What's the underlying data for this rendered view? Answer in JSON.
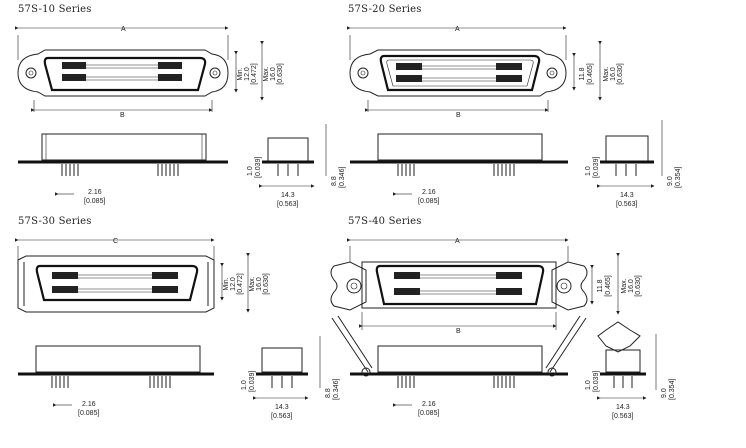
{
  "series": [
    {
      "title": "57S-10 Series",
      "dim_top": "A",
      "dim_bottom": "B",
      "v1": [
        "Min.",
        "12.0",
        "[0.472]"
      ],
      "v2": [
        "Max.",
        "16.0",
        "[0.630]"
      ]
    },
    {
      "title": "57S-20 Series",
      "dim_top": "A",
      "dim_bottom": "B",
      "v1": [
        "11.8",
        "[0.465]"
      ],
      "v2": [
        "Max.",
        "16.0",
        "[0.630]"
      ]
    },
    {
      "title": "57S-30 Series",
      "dim_top": "C",
      "v1": [
        "Min.",
        "12.0",
        "[0.472]"
      ],
      "v2": [
        "Max.",
        "16.0",
        "[0.630]"
      ]
    },
    {
      "title": "57S-40 Series",
      "dim_top": "A",
      "dim_bottom": "B",
      "v1": [
        "11.8",
        "[0.465]"
      ],
      "v2": [
        "Max.",
        "16.0",
        "[0.630]"
      ]
    }
  ],
  "side": {
    "pitch": "2.16",
    "pitch_in": "[0.085]"
  },
  "end": {
    "depth": "1.0",
    "depth_in": "[0.039]",
    "width": "14.3",
    "width_in": "[0.563]"
  },
  "end_heights": [
    {
      "mm": "8.8",
      "in": "[0.346]"
    },
    {
      "mm": "9.0",
      "in": "[0.354]"
    },
    {
      "mm": "8.8",
      "in": "[0.346]"
    },
    {
      "mm": "9.0",
      "in": "[0.354]"
    }
  ]
}
